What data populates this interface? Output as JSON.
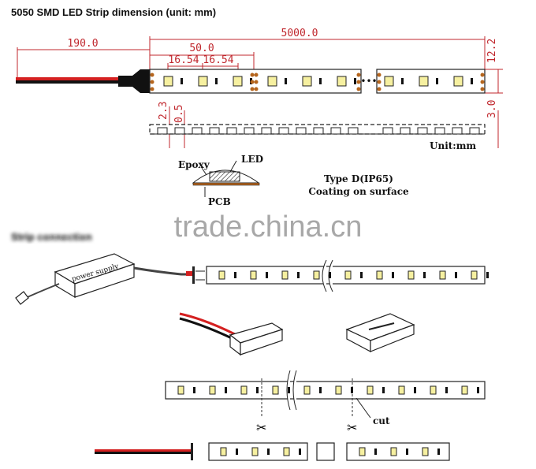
{
  "title": "5050 SMD LED Strip dimension (unit: mm)",
  "dimensions": {
    "total_length": "5000.0",
    "wire_length": "190.0",
    "cut_unit": "50.0",
    "led_pitch_1": "16.54",
    "led_pitch_2": "16.54",
    "width": "12.2",
    "led_height": "2.3",
    "pcb_thickness": "0.5",
    "total_thickness": "3.0",
    "unit_label": "Unit:mm"
  },
  "cross_section": {
    "epoxy": "Epoxy",
    "led": "LED",
    "pcb": "PCB",
    "type": "Type D(IP65)",
    "coating": "Coating on surface"
  },
  "watermark": "trade.china.cn",
  "section_heading_blurred": "Strip connection",
  "connection": {
    "power_supply": "power supply",
    "cut": "cut"
  },
  "colors": {
    "dimension": "#c0272d",
    "wire_red": "#d42020",
    "pad": "#b5651d",
    "led": "#f6f0a0"
  }
}
